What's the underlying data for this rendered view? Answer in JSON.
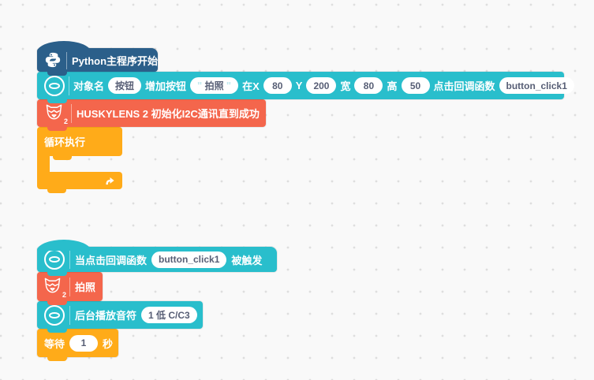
{
  "colors": {
    "hat_blue": "#2B5F8A",
    "teal": "#29BECC",
    "red_orange": "#F4664C",
    "orange": "#FFAB19",
    "pill_text": "#575E75",
    "canvas_bg": "#F9F9F9",
    "grid_dot": "#DEDEDE"
  },
  "stack1": {
    "python_hat": {
      "label": "Python主程序开始"
    },
    "add_button": {
      "label_object_name": "对象名",
      "object_name": "按钮",
      "label_add_button": "增加按钮",
      "open_quote": "\"",
      "button_text": "拍照",
      "close_quote": "\"",
      "label_at_x": "在X",
      "x": "80",
      "label_y": "Y",
      "y": "200",
      "label_width": "宽",
      "width": "80",
      "label_height": "高",
      "height": "50",
      "label_callback": "点击回调函数",
      "callback": "button_click1"
    },
    "husky_init": {
      "label": "HUSKYLENS 2 初始化I2C通讯直到成功",
      "icon_badge": "2"
    },
    "loop": {
      "label": "循环执行"
    }
  },
  "stack2": {
    "callback_hat": {
      "label_when": "当点击回调函数",
      "callback": "button_click1",
      "label_triggered": "被触发"
    },
    "take_photo": {
      "label": "拍照",
      "icon_badge": "2"
    },
    "play_note": {
      "label": "后台播放音符",
      "note": "1 低 C/C3"
    },
    "wait": {
      "label_wait": "等待",
      "seconds": "1",
      "label_unit": "秒"
    }
  }
}
